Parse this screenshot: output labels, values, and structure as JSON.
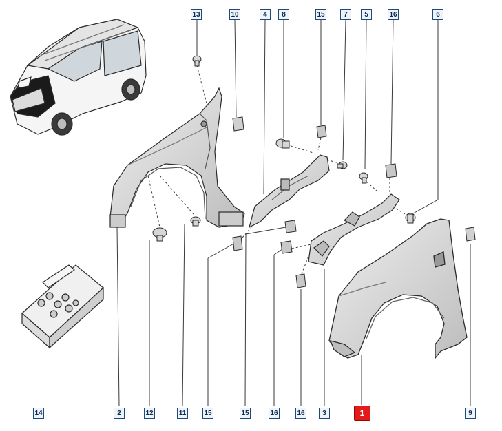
{
  "diagram": {
    "callouts": [
      {
        "id": "callout-13-top",
        "label": "13",
        "active": false
      },
      {
        "id": "callout-10-top",
        "label": "10",
        "active": false
      },
      {
        "id": "callout-4-top",
        "label": "4",
        "active": false
      },
      {
        "id": "callout-8-top",
        "label": "8",
        "active": false
      },
      {
        "id": "callout-15-top",
        "label": "15",
        "active": false
      },
      {
        "id": "callout-7-top",
        "label": "7",
        "active": false
      },
      {
        "id": "callout-5-top",
        "label": "5",
        "active": false
      },
      {
        "id": "callout-16-top",
        "label": "16",
        "active": false
      },
      {
        "id": "callout-6-top",
        "label": "6",
        "active": false
      },
      {
        "id": "callout-14-bottom",
        "label": "14",
        "active": false
      },
      {
        "id": "callout-2-bottom",
        "label": "2",
        "active": false
      },
      {
        "id": "callout-12-bottom",
        "label": "12",
        "active": false
      },
      {
        "id": "callout-11-bottom",
        "label": "11",
        "active": false
      },
      {
        "id": "callout-15-bottom-a",
        "label": "15",
        "active": false
      },
      {
        "id": "callout-15-bottom-b",
        "label": "15",
        "active": false
      },
      {
        "id": "callout-16-bottom-a",
        "label": "16",
        "active": false
      },
      {
        "id": "callout-16-bottom-b",
        "label": "16",
        "active": false
      },
      {
        "id": "callout-3-bottom",
        "label": "3",
        "active": false
      },
      {
        "id": "callout-1-bottom",
        "label": "1",
        "active": true
      },
      {
        "id": "callout-9-bottom",
        "label": "9",
        "active": false
      }
    ],
    "colors": {
      "line": "#3a3a3a",
      "part_fill": "#dcdcdc",
      "part_shade": "#b5b5b5",
      "active": "#e21b1b"
    }
  }
}
